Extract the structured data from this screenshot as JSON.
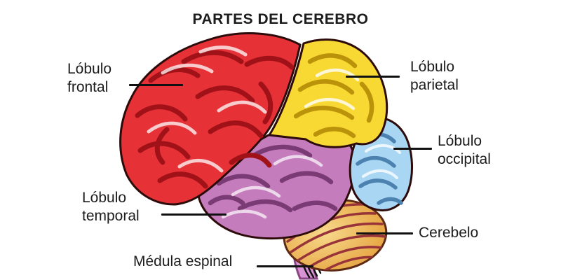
{
  "title": "PARTES DEL CEREBRO",
  "labels": {
    "frontal": {
      "text": "Lóbulo\nfrontal"
    },
    "parietal": {
      "text": "Lóbulo\nparietal"
    },
    "occipital": {
      "text": "Lóbulo\noccipital"
    },
    "temporal": {
      "text": "Lóbulo\ntemporal"
    },
    "cerebellum": {
      "text": "Cerebelo"
    },
    "spinal": {
      "text": "Médula espinal"
    }
  },
  "colors": {
    "frontal": "#e63137",
    "frontal_dark": "#a01218",
    "parietal": "#f8d832",
    "parietal_dark": "#bb930b",
    "occipital": "#a9d6f2",
    "occipital_dark": "#4c82b0",
    "temporal": "#c47cbc",
    "temporal_dark": "#7a3a74",
    "cerebellum_light": "#f7d98b",
    "cerebellum_base": "#e39b35",
    "cerebellum_stripe": "#99333a",
    "stem": "#d894d2",
    "stem_dark": "#8a4584",
    "outline": "#2d0b0b",
    "highlight": "#ffffff",
    "leader_line": "#111111",
    "text": "#1c1c1c"
  }
}
